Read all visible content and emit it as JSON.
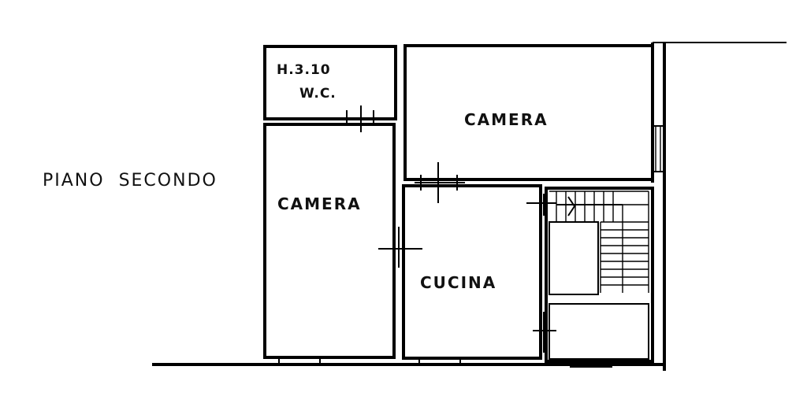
{
  "plan": {
    "floor_label": "PIANO  SECONDO",
    "rooms": {
      "wc_height": "H.3.10",
      "wc": "W.C.",
      "camera_top": "CAMERA",
      "camera_left": "CAMERA",
      "cucina": "CUCINA"
    }
  }
}
